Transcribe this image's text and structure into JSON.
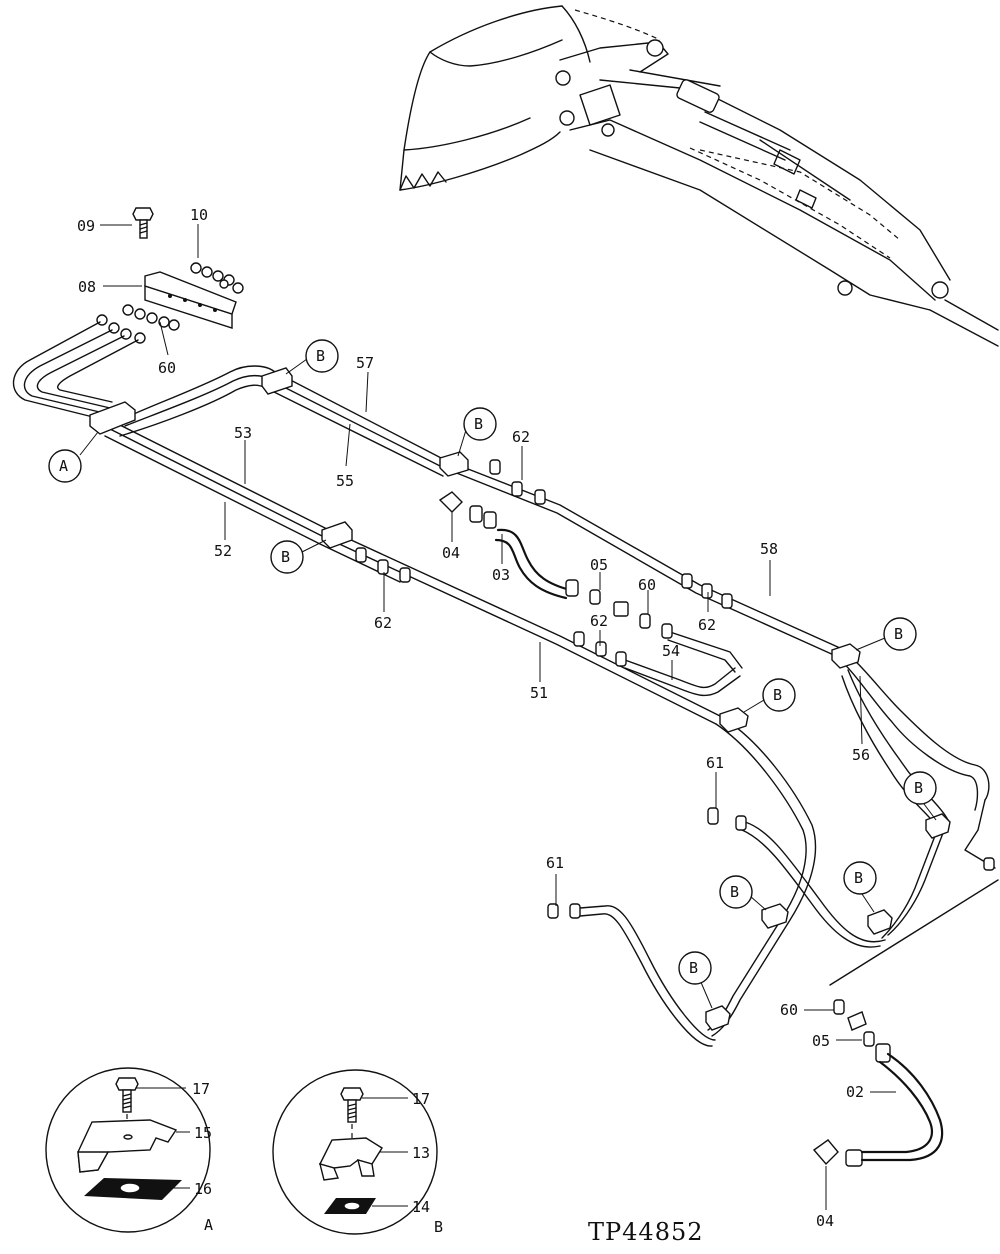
{
  "figure_code": "TP44852",
  "callouts": [
    "09",
    "10",
    "08",
    "60",
    "57",
    "55",
    "53",
    "52",
    "62",
    "04",
    "03",
    "05",
    "60",
    "62",
    "58",
    "62",
    "54",
    "51",
    "56",
    "61",
    "61",
    "60",
    "05",
    "02",
    "04"
  ],
  "zone_markers": [
    "A",
    "B",
    "B",
    "B",
    "B",
    "B",
    "B",
    "B",
    "B",
    "B"
  ],
  "detail_a": {
    "label": "A",
    "parts": [
      "17",
      "15",
      "16"
    ]
  },
  "detail_b": {
    "label": "B",
    "parts": [
      "17",
      "13",
      "14"
    ]
  }
}
